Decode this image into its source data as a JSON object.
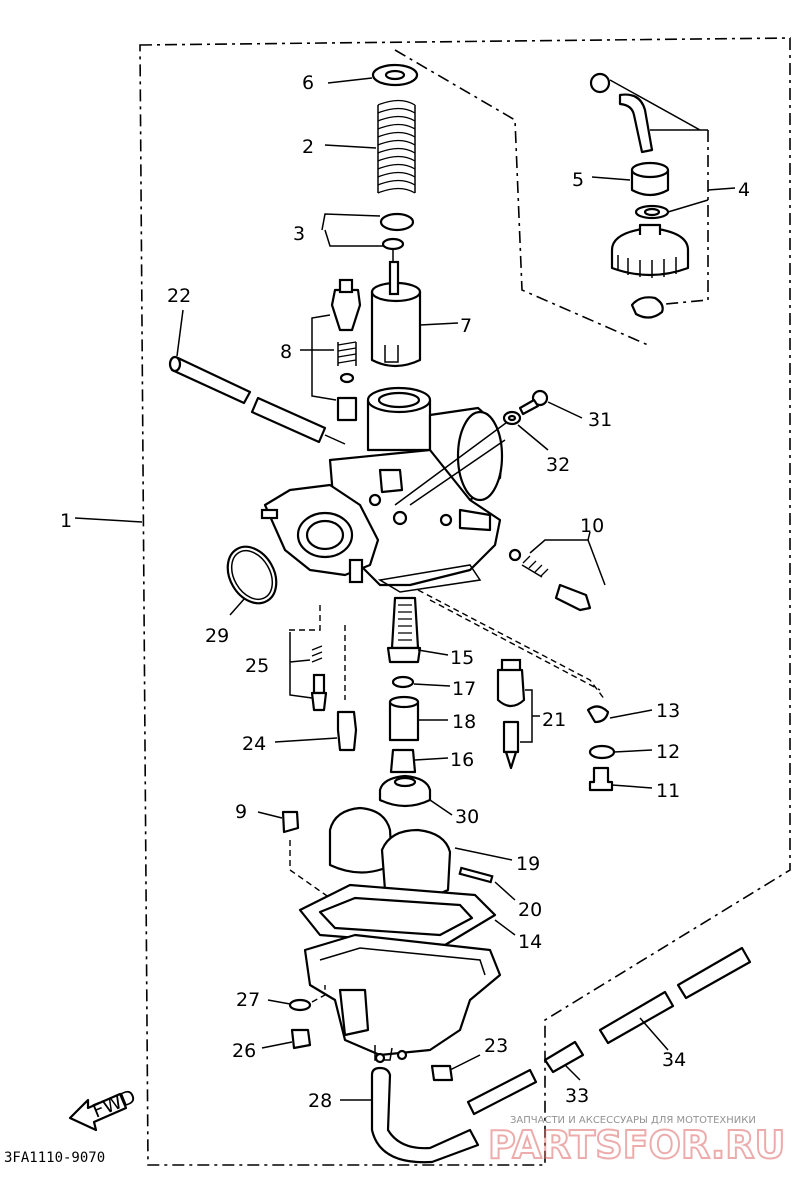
{
  "diagram": {
    "drawing_code": "3FA1110-9070",
    "direction_label": "FWD",
    "watermark": {
      "tagline": "ЗАПЧАСТИ И АКСЕССУАРЫ ДЛЯ МОТОТЕХНИКИ",
      "brand": "PARTSFOR.RU"
    },
    "part_numbers": [
      "1",
      "2",
      "3",
      "4",
      "5",
      "6",
      "7",
      "8",
      "9",
      "10",
      "11",
      "12",
      "13",
      "14",
      "15",
      "16",
      "17",
      "18",
      "19",
      "20",
      "21",
      "22",
      "23",
      "24",
      "25",
      "26",
      "27",
      "28",
      "29",
      "30",
      "31",
      "32",
      "33",
      "34"
    ]
  }
}
